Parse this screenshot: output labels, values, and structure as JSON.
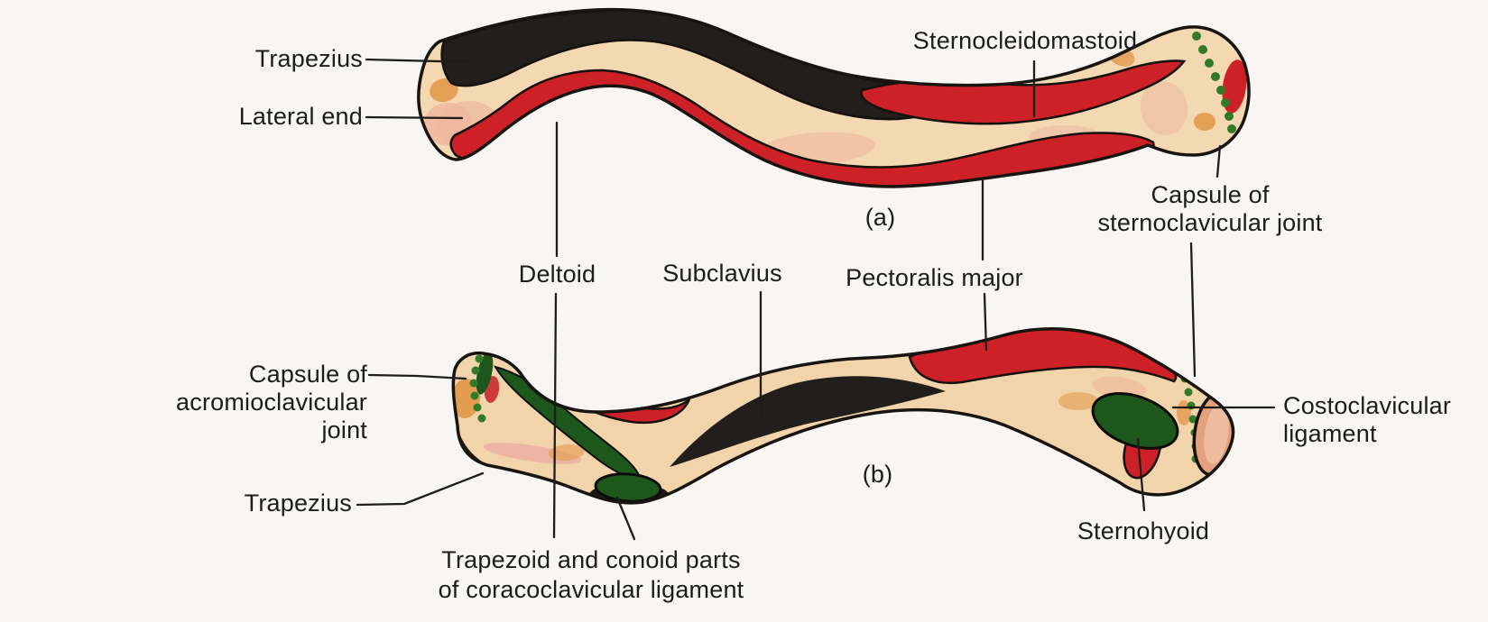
{
  "figure": {
    "view_a_marker": "(a)",
    "view_b_marker": "(b)"
  },
  "labels": {
    "trapezius_a": "Trapezius",
    "lateral_end": "Lateral end",
    "sternocleidomastoid": "Sternocleidomastoid",
    "capsule_sternoclavicular": "Capsule of\nsternoclavicular joint",
    "deltoid": "Deltoid",
    "subclavius": "Subclavius",
    "pectoralis_major": "Pectoralis major",
    "capsule_acromioclavicular": "Capsule of\nacromioclavicular\njoint",
    "trapezius_b": "Trapezius",
    "coracoclavicular": "Trapezoid and conoid parts\nof coracoclavicular ligament",
    "costoclavicular": "Costoclavicular\nligament",
    "sternohyoid": "Sternohyoid"
  },
  "colors": {
    "background": "#f7f6f3",
    "bone": "#f3d8b2",
    "bone_b": "#f2d4ab",
    "muscle_red": "#cd2127",
    "muscle_black": "#211e1b",
    "ligament_green": "#1e571b",
    "capsule_dots_green": "#2f7b28",
    "outline": "#181410",
    "leader": "#1d1d1d",
    "text": "#1c1c1c"
  }
}
